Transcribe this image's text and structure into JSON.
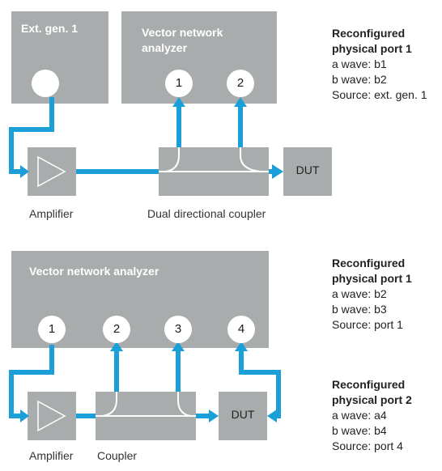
{
  "colors": {
    "block": "#a9acad",
    "line": "#1b9fd8",
    "text": "#222222"
  },
  "diagram1": {
    "ext_gen_label": "Ext. gen. 1",
    "vna_label": "Vector network analyzer",
    "ports": [
      "1",
      "2"
    ],
    "dut_label": "DUT",
    "amplifier_caption": "Amplifier",
    "coupler_caption": "Dual directional coupler",
    "panel": {
      "title": "Reconfigured physical port 1",
      "a_wave": "a wave: b1",
      "b_wave": "b wave: b2",
      "source": "Source: ext. gen. 1"
    }
  },
  "diagram2": {
    "vna_label": "Vector network analyzer",
    "ports": [
      "1",
      "2",
      "3",
      "4"
    ],
    "dut_label": "DUT",
    "amplifier_caption": "Amplifier",
    "coupler_caption": "Coupler",
    "panel1": {
      "title": "Reconfigured physical port 1",
      "a_wave": "a wave: b2",
      "b_wave": "b wave: b3",
      "source": "Source: port 1"
    },
    "panel2": {
      "title": "Reconfigured physical port 2",
      "a_wave": "a wave: a4",
      "b_wave": "b wave: b4",
      "source": "Source: port 4"
    }
  }
}
